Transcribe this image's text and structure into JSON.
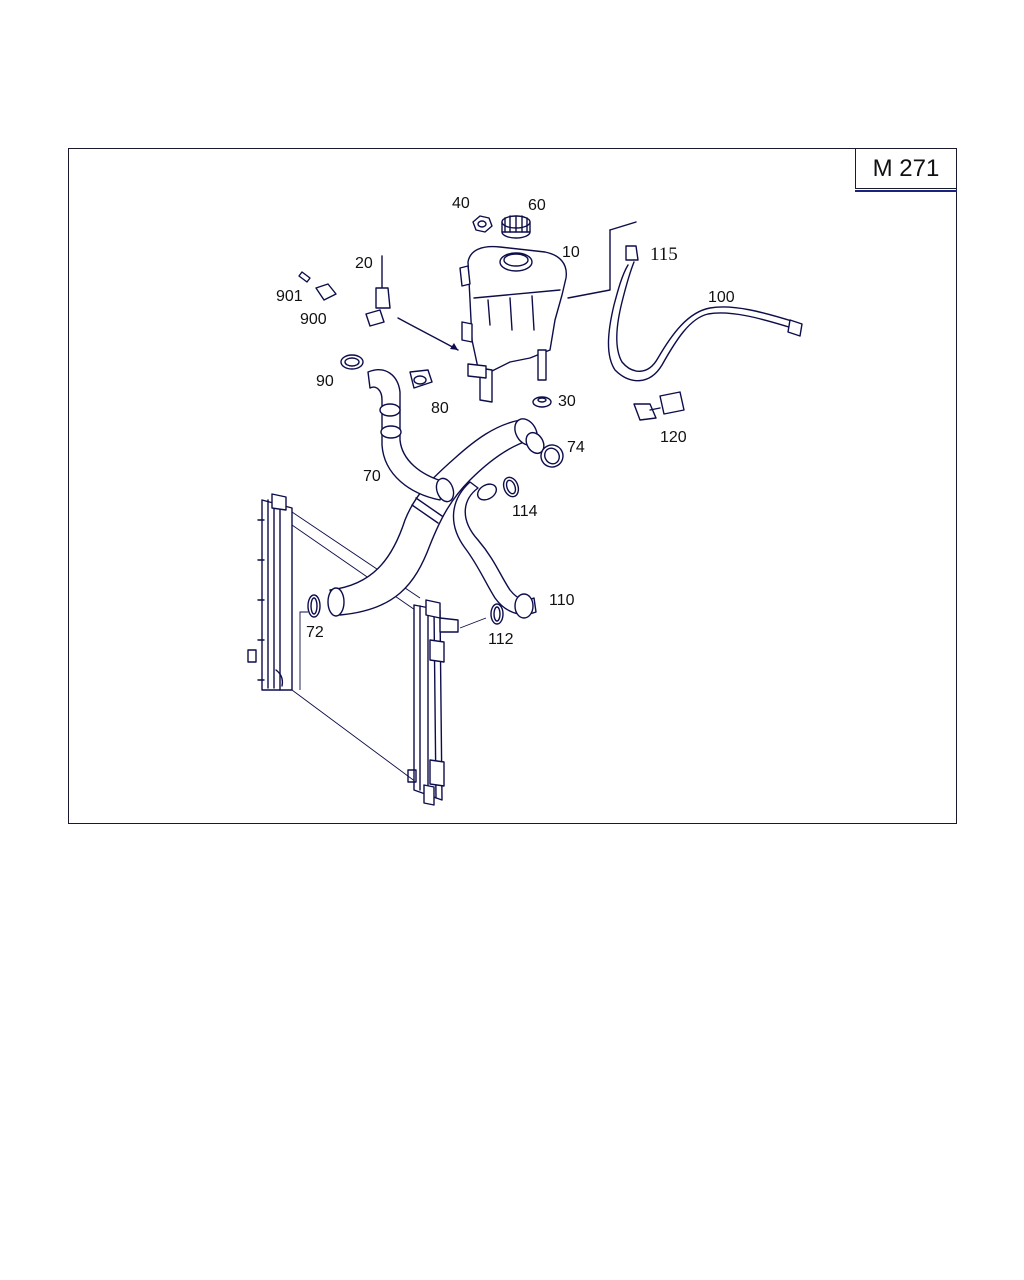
{
  "diagram": {
    "model": "M 271",
    "callouts": [
      {
        "id": "p10",
        "text": "10"
      },
      {
        "id": "p20",
        "text": "20"
      },
      {
        "id": "p30",
        "text": "30"
      },
      {
        "id": "p40",
        "text": "40"
      },
      {
        "id": "p60",
        "text": "60"
      },
      {
        "id": "p70",
        "text": "70"
      },
      {
        "id": "p72",
        "text": "72"
      },
      {
        "id": "p74",
        "text": "74"
      },
      {
        "id": "p80",
        "text": "80"
      },
      {
        "id": "p90",
        "text": "90"
      },
      {
        "id": "p100",
        "text": "100"
      },
      {
        "id": "p110",
        "text": "110"
      },
      {
        "id": "p112",
        "text": "112"
      },
      {
        "id": "p114",
        "text": "114"
      },
      {
        "id": "p115",
        "text": "115"
      },
      {
        "id": "p120",
        "text": "120"
      },
      {
        "id": "p900",
        "text": "900"
      },
      {
        "id": "p901",
        "text": "901"
      }
    ]
  }
}
